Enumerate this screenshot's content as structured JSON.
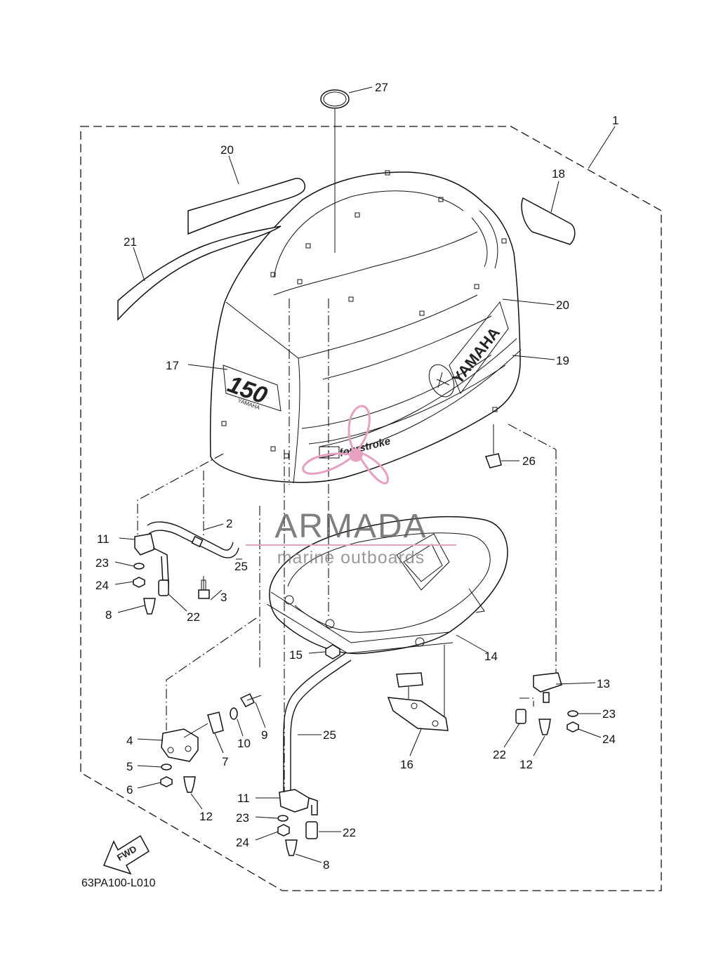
{
  "diagram": {
    "code": "63PA100-L010",
    "fwd_label": "FWD",
    "decals": {
      "model_number": "150",
      "brand": "YAMAHA",
      "side_brand": "YAMAHA",
      "stroke": "fourstroke"
    },
    "watermark": {
      "title": "ARMADA",
      "subtitle": "marine outboards",
      "accent_color": "#e8a0c0"
    },
    "callouts": [
      {
        "id": "c27",
        "label": "27"
      },
      {
        "id": "c1",
        "label": "1"
      },
      {
        "id": "c20a",
        "label": "20"
      },
      {
        "id": "c18",
        "label": "18"
      },
      {
        "id": "c21",
        "label": "21"
      },
      {
        "id": "c20b",
        "label": "20"
      },
      {
        "id": "c19",
        "label": "19"
      },
      {
        "id": "c17",
        "label": "17"
      },
      {
        "id": "c26",
        "label": "26"
      },
      {
        "id": "c2",
        "label": "2"
      },
      {
        "id": "c11a",
        "label": "11"
      },
      {
        "id": "c23a",
        "label": "23"
      },
      {
        "id": "c24a",
        "label": "24"
      },
      {
        "id": "c3",
        "label": "3"
      },
      {
        "id": "c25a",
        "label": "25"
      },
      {
        "id": "c8a",
        "label": "8"
      },
      {
        "id": "c22a",
        "label": "22"
      },
      {
        "id": "c15",
        "label": "15"
      },
      {
        "id": "c14",
        "label": "14"
      },
      {
        "id": "c13",
        "label": "13"
      },
      {
        "id": "c23b",
        "label": "23"
      },
      {
        "id": "c24b",
        "label": "24"
      },
      {
        "id": "c9",
        "label": "9"
      },
      {
        "id": "c10",
        "label": "10"
      },
      {
        "id": "c25b",
        "label": "25"
      },
      {
        "id": "c4",
        "label": "4"
      },
      {
        "id": "c7",
        "label": "7"
      },
      {
        "id": "c16",
        "label": "16"
      },
      {
        "id": "c22b",
        "label": "22"
      },
      {
        "id": "c12a",
        "label": "12"
      },
      {
        "id": "c5",
        "label": "5"
      },
      {
        "id": "c6",
        "label": "6"
      },
      {
        "id": "c12b",
        "label": "12"
      },
      {
        "id": "c11b",
        "label": "11"
      },
      {
        "id": "c23c",
        "label": "23"
      },
      {
        "id": "c22c",
        "label": "22"
      },
      {
        "id": "c24c",
        "label": "24"
      },
      {
        "id": "c8b",
        "label": "8"
      }
    ]
  }
}
